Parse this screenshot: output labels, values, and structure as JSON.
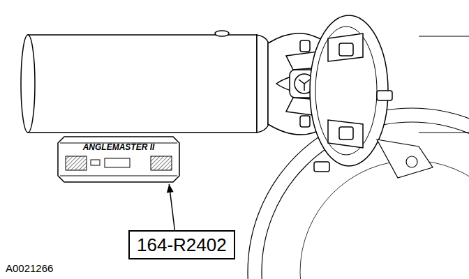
{
  "diagram": {
    "nodes": [
      {
        "text": [
          "ANGLEMASTER II"
        ]
      },
      {
        "text": [
          "164-R2402"
        ]
      }
    ],
    "edges": [
      {
        "from": 1,
        "to": 0,
        "arrow": "to"
      }
    ],
    "labels": [
      "A0021266"
    ]
  }
}
